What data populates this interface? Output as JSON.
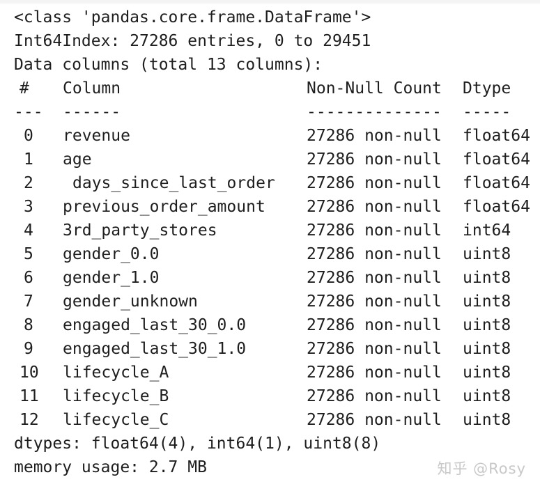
{
  "header": {
    "class_line": "<class 'pandas.core.frame.DataFrame'>",
    "index_line": "Int64Index: 27286 entries, 0 to 29451",
    "columns_line": "Data columns (total 13 columns):"
  },
  "table": {
    "headers": {
      "index": "#",
      "column": "Column",
      "non_null": "Non-Null Count",
      "dtype": "Dtype"
    },
    "separators": {
      "index": "---",
      "column": "------",
      "non_null": "--------------",
      "dtype": "-----"
    },
    "rows": [
      {
        "idx": "0",
        "name": "revenue",
        "count": "27286 non-null",
        "dtype": "float64"
      },
      {
        "idx": "1",
        "name": "age",
        "count": "27286 non-null",
        "dtype": "float64"
      },
      {
        "idx": "2",
        "name": "days_since_last_order",
        "count": "27286 non-null",
        "dtype": "float64"
      },
      {
        "idx": "3",
        "name": "previous_order_amount",
        "count": "27286 non-null",
        "dtype": "float64"
      },
      {
        "idx": "4",
        "name": "3rd_party_stores",
        "count": "27286 non-null",
        "dtype": "int64"
      },
      {
        "idx": "5",
        "name": "gender_0.0",
        "count": "27286 non-null",
        "dtype": "uint8"
      },
      {
        "idx": "6",
        "name": "gender_1.0",
        "count": "27286 non-null",
        "dtype": "uint8"
      },
      {
        "idx": "7",
        "name": "gender_unknown",
        "count": "27286 non-null",
        "dtype": "uint8"
      },
      {
        "idx": "8",
        "name": "engaged_last_30_0.0",
        "count": "27286 non-null",
        "dtype": "uint8"
      },
      {
        "idx": "9",
        "name": "engaged_last_30_1.0",
        "count": "27286 non-null",
        "dtype": "uint8"
      },
      {
        "idx": "10",
        "name": "lifecycle_A",
        "count": "27286 non-null",
        "dtype": "uint8"
      },
      {
        "idx": "11",
        "name": "lifecycle_B",
        "count": "27286 non-null",
        "dtype": "uint8"
      },
      {
        "idx": "12",
        "name": "lifecycle_C",
        "count": "27286 non-null",
        "dtype": "uint8"
      }
    ]
  },
  "footer": {
    "dtypes_line": "dtypes: float64(4), int64(1), uint8(8)",
    "memory_line": "memory usage: 2.7 MB"
  },
  "watermark": "知乎 @Rosy"
}
